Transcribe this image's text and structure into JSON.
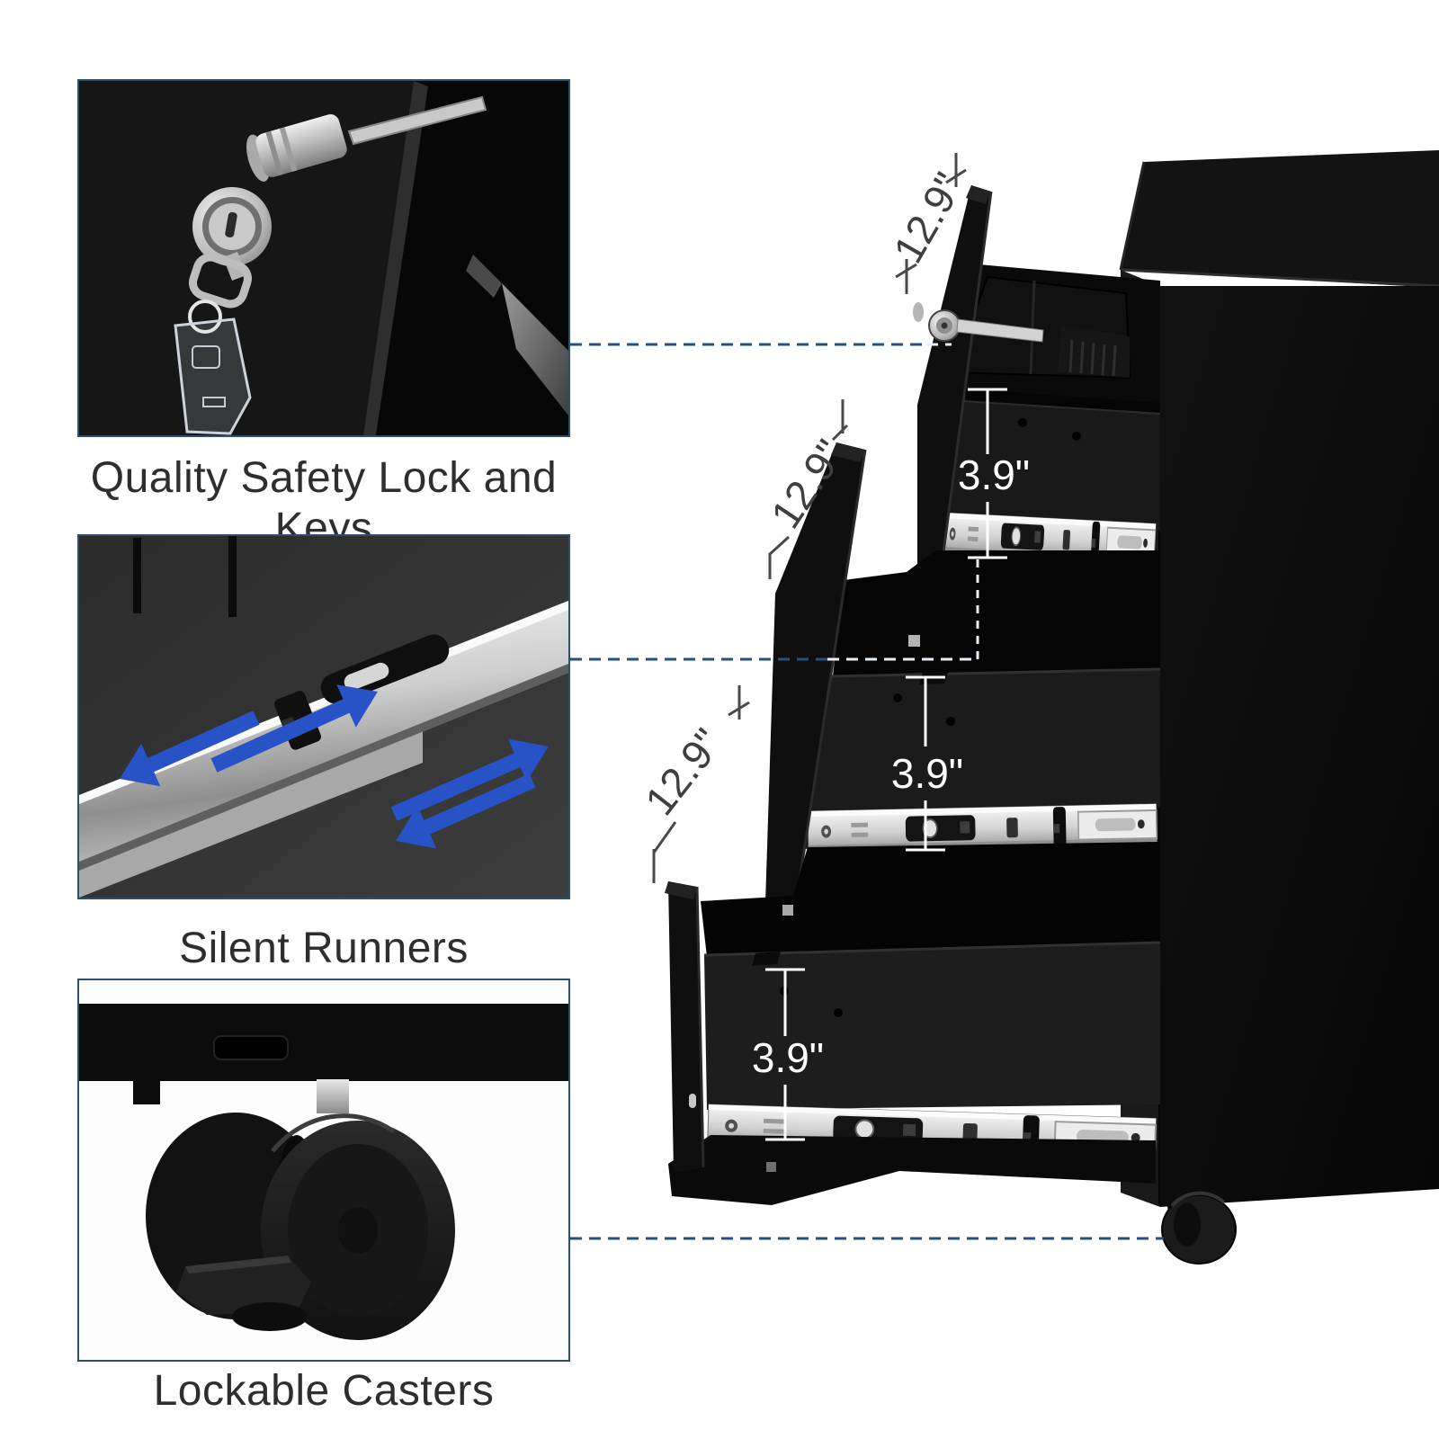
{
  "features": [
    {
      "id": "lock",
      "caption": "Quality Safety Lock and Keys"
    },
    {
      "id": "runners",
      "caption": "Silent Runners"
    },
    {
      "id": "casters",
      "caption": "Lockable Casters"
    }
  ],
  "dimensions": {
    "drawers": [
      {
        "width_label": "12.9\"",
        "height_label": "3.9\""
      },
      {
        "width_label": "12.9\"",
        "height_label": "3.9\""
      },
      {
        "width_label": "12.9\"",
        "height_label": "3.9\""
      }
    ]
  },
  "colors": {
    "connector_dashed": "#27507e",
    "connector_dashed_on_dark": "#e9eef4",
    "arrow_blue": "#2853c6",
    "dimension_text_dark": "#3f3f3f",
    "dimension_text_light": "#ffffff",
    "caption_text": "#2e2e2e",
    "cabinet_black": "#0d0d0d",
    "inset_border": "#2e4d72"
  }
}
